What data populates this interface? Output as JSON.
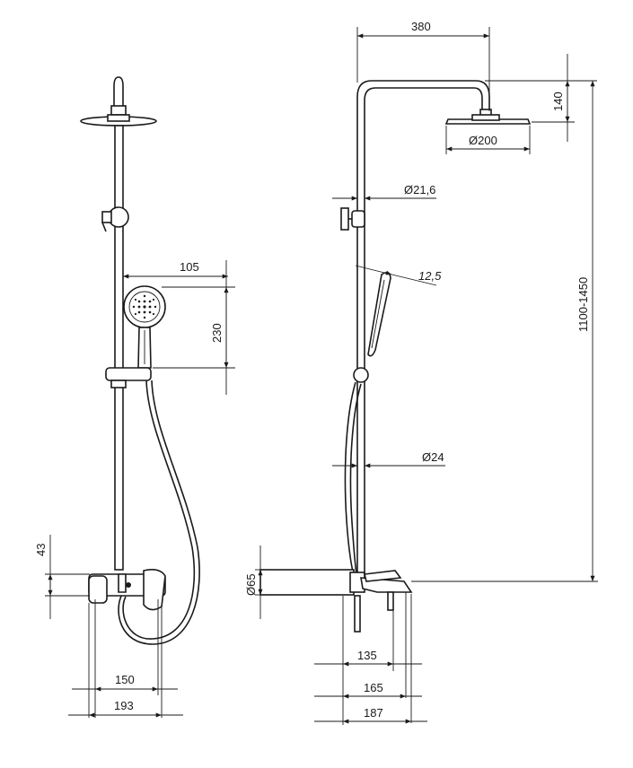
{
  "dimensions": {
    "front": {
      "handshower_offset": "105",
      "handshower_height": "230",
      "mixer_height": "43",
      "connection_spacing": "150",
      "mixer_width": "193"
    },
    "side": {
      "arm_reach": "380",
      "head_drop": "140",
      "head_diameter": "Ø200",
      "rail_diameter_upper": "Ø21,6",
      "hose_angle": "12,5",
      "rail_diameter_lower": "Ø24",
      "height_range": "1100-1450",
      "mixer_diameter": "Ø65",
      "spout_135": "135",
      "spout_165": "165",
      "spout_187": "187"
    }
  }
}
